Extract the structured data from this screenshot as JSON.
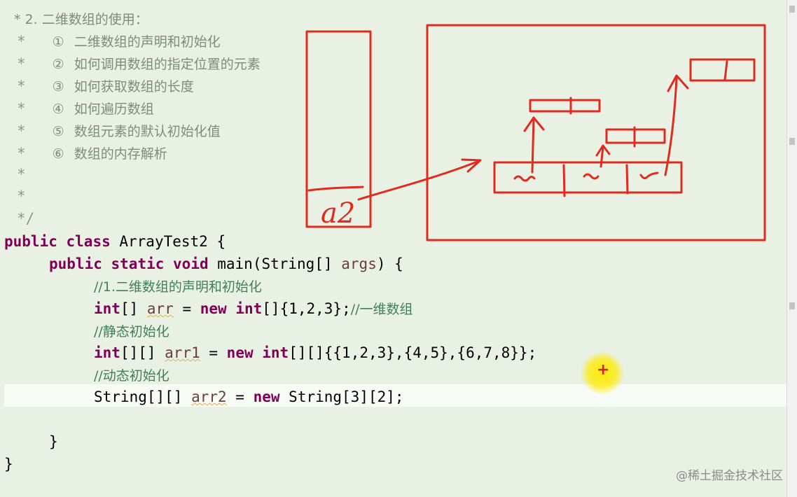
{
  "doc_header": "* 2. 二维数组的使用：",
  "doc_items": [
    {
      "marker": "①",
      "text": "二维数组的声明和初始化"
    },
    {
      "marker": "②",
      "text": "如何调用数组的指定位置的元素"
    },
    {
      "marker": "③",
      "text": "如何获取数组的长度"
    },
    {
      "marker": "④",
      "text": "如何遍历数组"
    },
    {
      "marker": "⑤",
      "text": "数组元素的默认初始化值"
    },
    {
      "marker": "⑥",
      "text": "数组的内存解析"
    }
  ],
  "doc_star": "*",
  "doc_end": "*/",
  "code": {
    "public": "public",
    "class": "class",
    "static": "static",
    "void": "void",
    "new": "new",
    "int": "int",
    "class_decl": " ArrayTest2 {",
    "method_decl": " main(String[] ",
    "args": "args",
    "method_end": ") {",
    "comment1": "//1.二维数组的声明和初始化",
    "arr_brackets": "[] ",
    "arr": "arr",
    "arr_rest": " = ",
    "arr_init": "[]{1,2,3};",
    "arr_comment": "//一维数组",
    "comment2": "//静态初始化",
    "arr1_brackets": "[][] ",
    "arr1": "arr1",
    "arr1_rest": " = ",
    "arr1_init": "[][]{{1,2,3},{4,5},{6,7,8}};",
    "comment3": "//动态初始化",
    "string_type": "String[][] ",
    "arr2": "arr2",
    "arr2_rest": " = ",
    "arr2_init": " String[3][2];",
    "close_method": "}",
    "close_class": "}"
  },
  "drawing_label": "a2",
  "watermark": "@稀土掘金技术社区",
  "colors": {
    "annotation_red": "#e02b1f",
    "background": "#e9f1e4",
    "keyword": "#7f0055",
    "comment": "#3f7f5f",
    "cursor_highlight": "#ffeb00"
  },
  "icons": {
    "cursor": "plus-cursor-icon"
  }
}
